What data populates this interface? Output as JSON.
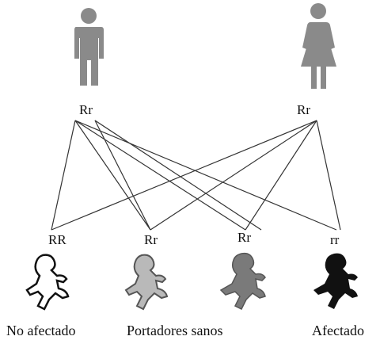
{
  "parents": [
    {
      "genotype": "Rr",
      "icon": "male-figure-icon"
    },
    {
      "genotype": "Rr",
      "icon": "female-figure-icon"
    }
  ],
  "offspring": [
    {
      "genotype": "RR",
      "icon": "baby-unaffected-icon",
      "fill": "#ffffff"
    },
    {
      "genotype": "Rr",
      "icon": "baby-carrier-icon",
      "fill": "#b9b9b9"
    },
    {
      "genotype": "Rr",
      "icon": "baby-carrier-icon",
      "fill": "#7a7a7a"
    },
    {
      "genotype": "rr",
      "icon": "baby-affected-icon",
      "fill": "#111111"
    }
  ],
  "captions": {
    "unaffected": "No afectado",
    "carriers": "Portadores sanos",
    "affected": "Afectado"
  },
  "colors": {
    "parent_figure": "#8a8a8a",
    "line": "#333333",
    "outline": "#111111"
  }
}
